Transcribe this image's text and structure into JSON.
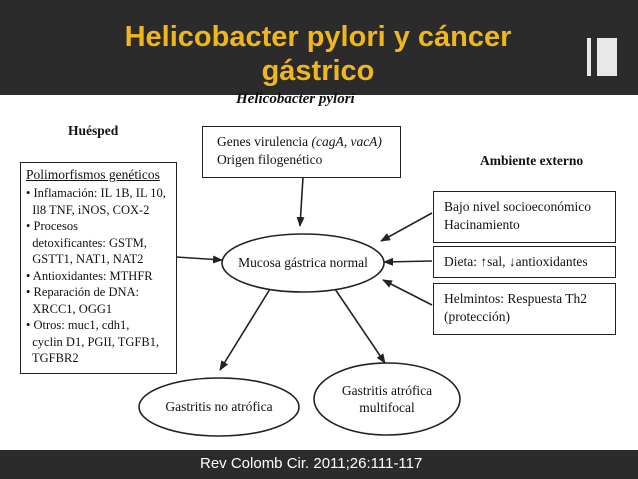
{
  "slide": {
    "title": "Helicobacter pylori y cáncer gástrico",
    "subtitle": "Helicobacter pylori",
    "citation": "Rev Colomb Cir. 2011;26:111-117"
  },
  "diagram": {
    "host_label": "Huésped",
    "environment_label": "Ambiente externo",
    "virulence": {
      "line1_text": "Genes virulencia ",
      "line1_italic": "(cagA, vacA)",
      "line2": "Origen filogenético"
    },
    "host_box": {
      "heading": "Polimorfismos genéticos",
      "lines": [
        "• Inflamación: IL 1B, IL 10,",
        "  Il8 TNF, iNOS, COX-2",
        "• Procesos",
        "  detoxificantes: GSTM,",
        "  GSTT1, NAT1, NAT2",
        "• Antioxidantes: MTHFR",
        "• Reparación de DNA:",
        "  XRCC1, OGG1",
        "• Otros: muc1, cdh1,",
        "  cyclin D1, PGII, TGFB1,",
        "  TGFBR2"
      ]
    },
    "env_boxes": {
      "socio_line1": "Bajo nivel socioeconómico",
      "socio_line2": "Hacinamiento",
      "diet": "Dieta: ↑sal, ↓antioxidantes",
      "helminth_line1": "Helmintos: Respuesta Th2",
      "helminth_line2": "(protección)"
    },
    "center_node": "Mucosa gástrica normal",
    "outcome_left": "Gastritis no atrófica",
    "outcome_right_line1": "Gastritis atrófica",
    "outcome_right_line2": "multifocal"
  },
  "colors": {
    "header_bg": "#2b2b2b",
    "title": "#f0b61e",
    "caption": "#ffffff",
    "diagram_ink": "#222222"
  }
}
